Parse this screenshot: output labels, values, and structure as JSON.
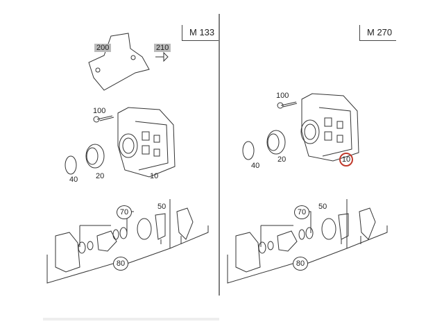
{
  "panels": [
    {
      "engine": "M 133",
      "labels": {
        "bracket": "200",
        "bracket_bolt": "210",
        "bolt": "100",
        "seal_ring": "40",
        "pulley": "20",
        "alternator": "10",
        "bearing": "70",
        "regulator": "50",
        "screws": "80"
      }
    },
    {
      "engine": "M 270",
      "labels": {
        "bolt": "100",
        "seal_ring": "40",
        "pulley": "20",
        "alternator": "10",
        "bearing": "70",
        "regulator": "50",
        "screws": "80"
      }
    }
  ],
  "highlight_color": "#c0392b"
}
